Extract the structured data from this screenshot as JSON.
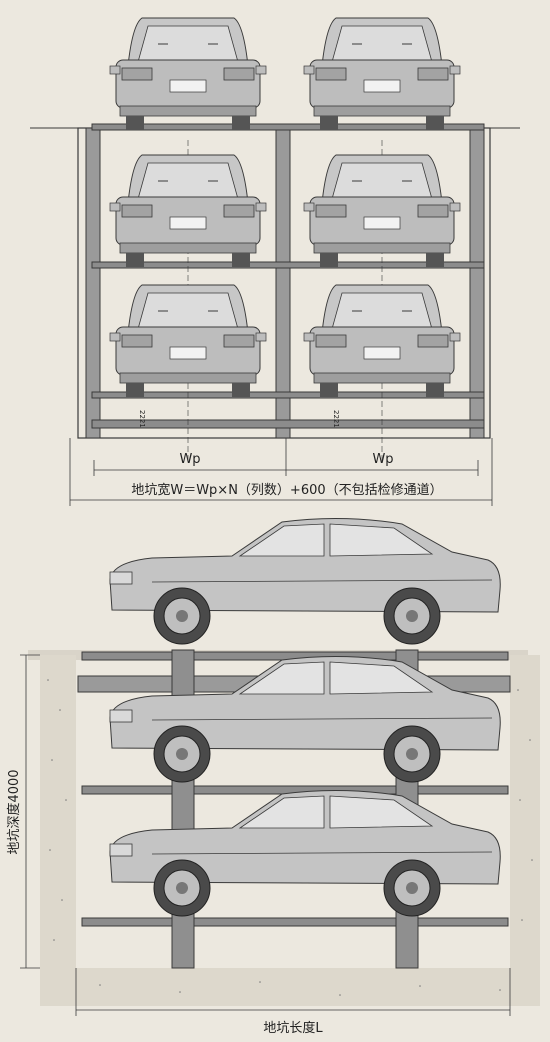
{
  "front_view": {
    "column_width_label_left": "Wp",
    "column_width_label_right": "Wp",
    "pit_width_formula": "地坑宽W＝Wp×N（列数）+600（不包括检修通道）",
    "small_dim_left": "2221",
    "small_dim_right": "2221"
  },
  "side_view": {
    "pit_depth_label": "地坑深度4000",
    "pit_length_label": "地坑长度L"
  },
  "colors": {
    "background": "#ece8df",
    "frame": "#8c8c8c",
    "car_body": "#b9b9b9",
    "line": "#3a3a3a"
  }
}
